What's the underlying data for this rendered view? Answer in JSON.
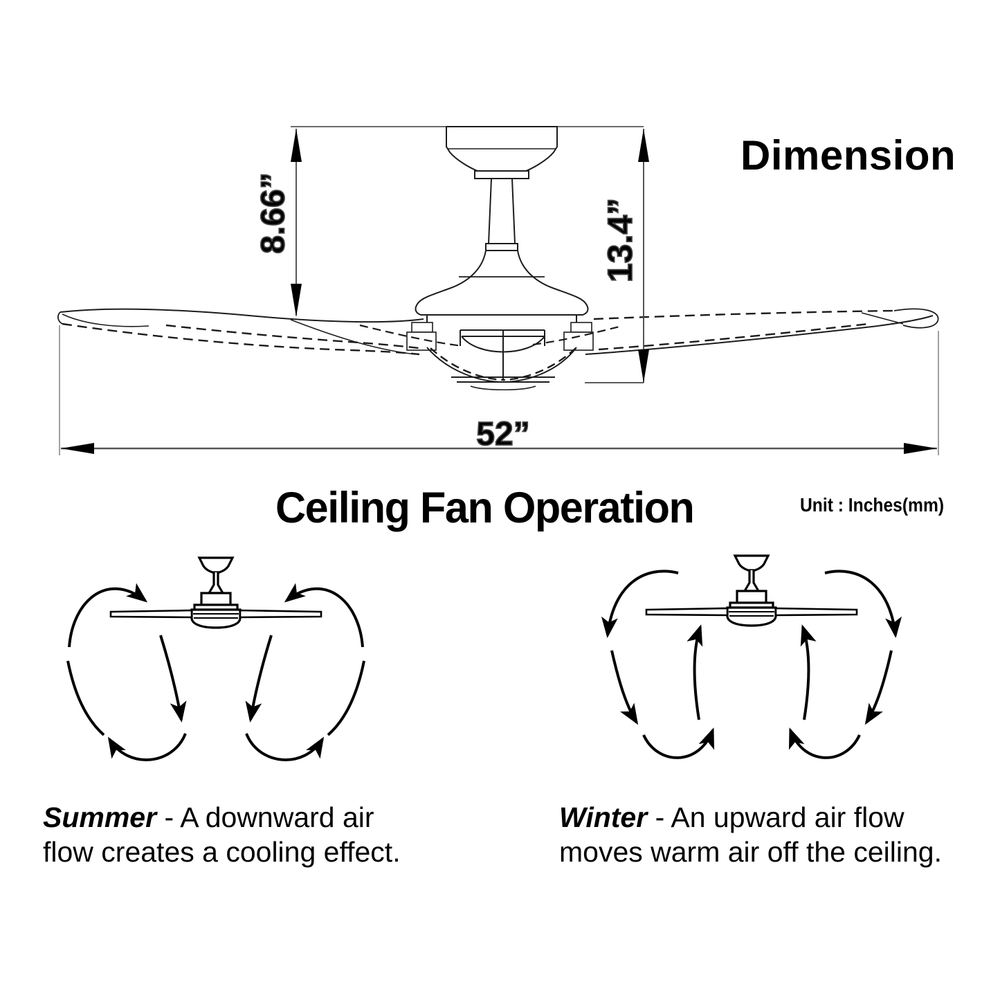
{
  "dimension_section": {
    "title": "Dimension",
    "height_to_blades": "8.66”",
    "overall_height": "13.4”",
    "blade_sweep": "52”"
  },
  "operation_section": {
    "heading": "Ceiling Fan Operation",
    "unit_note": "Unit : Inches(mm)",
    "summer": {
      "term": "Summer",
      "rest": " - A downward air flow creates a cooling effect."
    },
    "winter": {
      "term": "Winter",
      "rest": " - An upward air flow moves warm air off the ceiling."
    }
  }
}
